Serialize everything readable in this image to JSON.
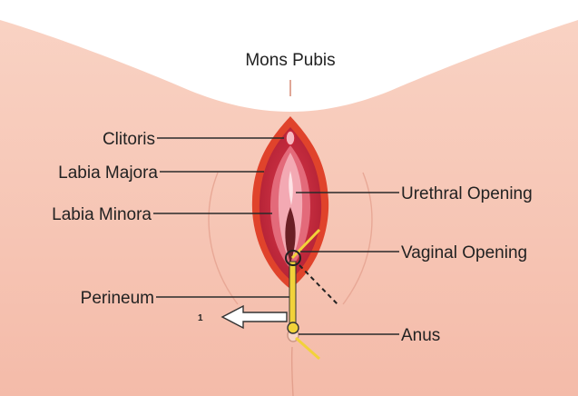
{
  "diagram": {
    "labels": {
      "mons_pubis": "Mons Pubis",
      "clitoris": "Clitoris",
      "labia_majora": "Labia Majora",
      "labia_minora": "Labia Minora",
      "perineum": "Perineum",
      "urethral_opening": "Urethral Opening",
      "vaginal_opening": "Vaginal Opening",
      "anus": "Anus",
      "arrow_number": "1"
    },
    "colors": {
      "skin_light": "#f8ccbb",
      "skin_mid": "#f1b4a2",
      "outer_red": "#e0432b",
      "labia_majora": "#c8283a",
      "labia_minora": "#e36a7a",
      "vestibule": "#f3a9b3",
      "canal_dark": "#6b1f25",
      "incision_yellow": "#f2d23a",
      "text": "#222222"
    }
  }
}
